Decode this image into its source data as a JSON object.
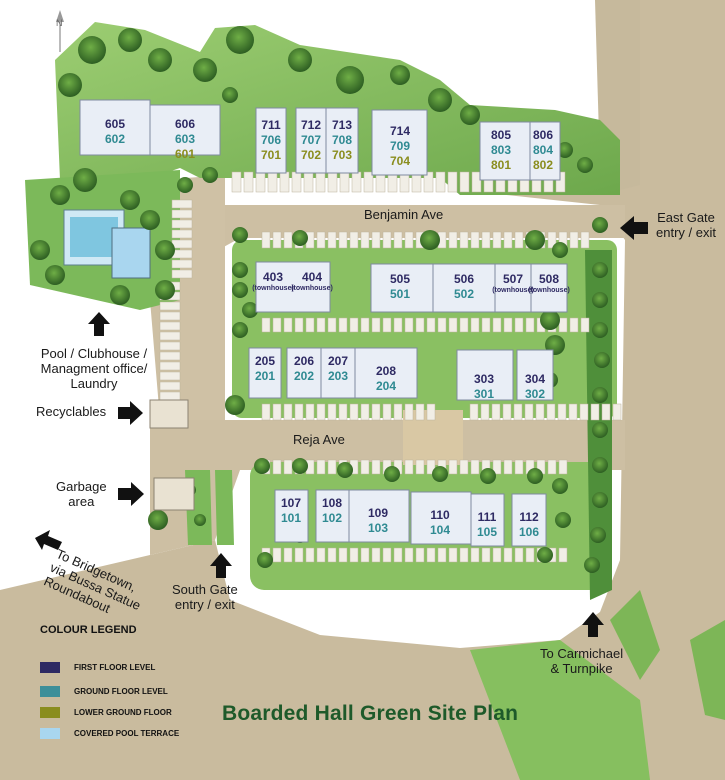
{
  "title": "Boarded Hall Green Site Plan",
  "north": "N",
  "streets": {
    "benjamin": "Benjamin Ave",
    "reja": "Reja Ave"
  },
  "labels": {
    "east_gate": [
      "East Gate",
      "entry / exit"
    ],
    "pool": [
      "Pool / Clubhouse /",
      "Managment office/",
      "Laundry"
    ],
    "recyclables": "Recyclables",
    "garbage": [
      "Garbage",
      "area"
    ],
    "bridgetown": [
      "To Bridgetown,",
      "via Bussa Statue",
      "Roundabout"
    ],
    "south_gate": [
      "South Gate",
      "entry / exit"
    ],
    "carmichael": [
      "To Carmichael",
      "& Turnpike"
    ]
  },
  "legend": {
    "title": "COLOUR LEGEND",
    "items": [
      {
        "label": "FIRST FLOOR LEVEL",
        "color": "#2e2a63"
      },
      {
        "label": "GROUND FLOOR LEVEL",
        "color": "#3d8f99"
      },
      {
        "label": "LOWER GROUND FLOOR",
        "color": "#8a8d1e"
      },
      {
        "label": "COVERED POOL TERRACE",
        "color": "#a9d6ef"
      }
    ]
  },
  "townhouse": "(townhouse)",
  "units": {
    "b600": [
      {
        "first": "605",
        "ground": "602"
      },
      {
        "first": "606",
        "ground": "603",
        "lower": "601"
      }
    ],
    "b700": [
      {
        "first": "711",
        "ground": "706",
        "lower": "701"
      },
      {
        "first": "712",
        "ground": "707",
        "lower": "702"
      },
      {
        "first": "713",
        "ground": "708",
        "lower": "703"
      },
      {
        "first": "714",
        "ground": "709",
        "lower": "704"
      }
    ],
    "b800": [
      {
        "first": "805",
        "ground": "803",
        "lower": "801"
      },
      {
        "first": "806",
        "ground": "804",
        "lower": "802"
      }
    ],
    "b400": [
      {
        "first": "403"
      },
      {
        "first": "404"
      }
    ],
    "b500": [
      {
        "first": "505",
        "ground": "501"
      },
      {
        "first": "506",
        "ground": "502"
      },
      {
        "first": "507"
      },
      {
        "first": "508"
      }
    ],
    "b200": [
      {
        "first": "205",
        "ground": "201"
      },
      {
        "first": "206",
        "ground": "202"
      },
      {
        "first": "207",
        "ground": "203"
      },
      {
        "first": "208",
        "ground": "204"
      }
    ],
    "b300": [
      {
        "first": "303",
        "ground": "301"
      },
      {
        "first": "304",
        "ground": "302"
      }
    ],
    "b100": [
      {
        "first": "107",
        "ground": "101"
      },
      {
        "first": "108",
        "ground": "102"
      },
      {
        "first": "109",
        "ground": "103"
      },
      {
        "first": "110",
        "ground": "104"
      },
      {
        "first": "111",
        "ground": "105"
      },
      {
        "first": "112",
        "ground": "106"
      }
    ]
  },
  "colors": {
    "road": "#c9bb9e",
    "lawn": "#8fc26a",
    "dark_green": "#3f7a31",
    "building": "#e9eef6",
    "title_green": "#1e5a2a"
  }
}
